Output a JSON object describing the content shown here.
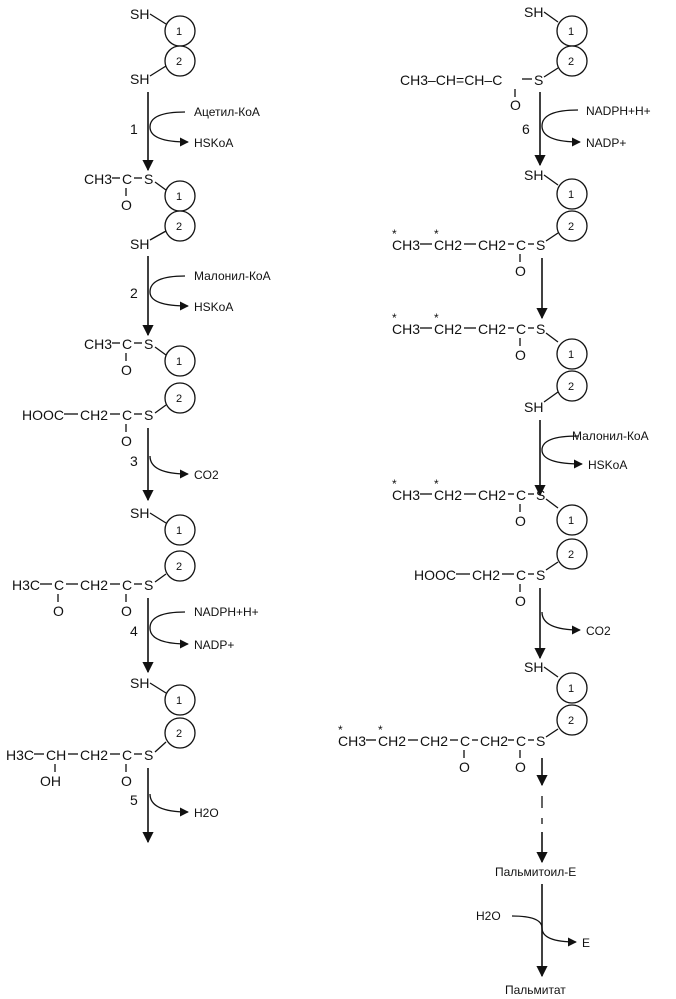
{
  "domain_labels": {
    "one": "1",
    "two": "2"
  },
  "groups": {
    "sh": "SH",
    "s": "S",
    "o": "O",
    "oh": "OH",
    "c": "C",
    "ch3": "CH3",
    "h3c": "H3C",
    "ch": "CH",
    "ch2": "CH2",
    "hooc": "HOOC",
    "ch3ch_chc": "CH3–CH=CH–C",
    "star": "*"
  },
  "steps": {
    "s1": "1",
    "s2": "2",
    "s3": "3",
    "s4": "4",
    "s5": "5",
    "s6": "6"
  },
  "reagents": {
    "acetyl_coa": "Ацетил-КоА",
    "hskoa": "HSKoA",
    "malonyl_coa": "Малонил-КоА",
    "co2": "CO2",
    "nadph": "NADPH+H+",
    "nadp": "NADP+",
    "h2o": "H2O",
    "e": "E"
  },
  "products": {
    "palmitoyl_e": "Пальмитоил-Е",
    "palmitate": "Пальмитат"
  }
}
